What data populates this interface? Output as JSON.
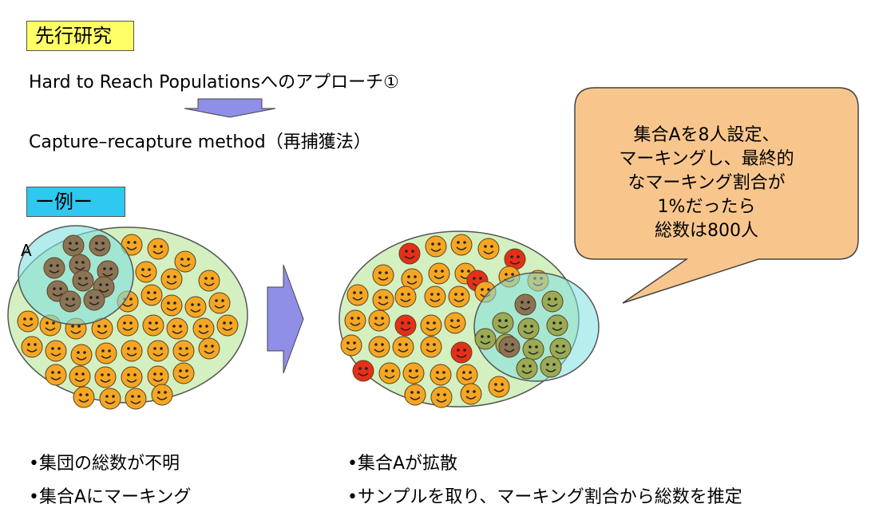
{
  "tags": {
    "research": "先行研究",
    "example": "ー例ー"
  },
  "heading_line": "Hard to Reach Populationsへのアプローチ①",
  "method_line": "Capture–recapture method（再捕獲法）",
  "callout": {
    "lines": [
      "集合Aを8人設定、",
      "マーキングし、最終的",
      "なマーキング割合が",
      "1%だったら",
      "総数は800人"
    ]
  },
  "set_label": "A",
  "bullets_left": [
    "•集団の総数が不明",
    "•集合Aにマーキング"
  ],
  "bullets_right": [
    "•集合Aが拡散",
    "•サンプルを取り、マーキング割合から総数を推定"
  ],
  "colors": {
    "face_orange": "#f5a623",
    "face_brown": "#8b7355",
    "face_red": "#e53018",
    "face_olive": "#9aaa55",
    "population_fill": "#d4f0c0",
    "set_fill": "#7fe0e0",
    "arrow_fill": "#8f8fe8",
    "callout_fill": "#f8c68d"
  }
}
